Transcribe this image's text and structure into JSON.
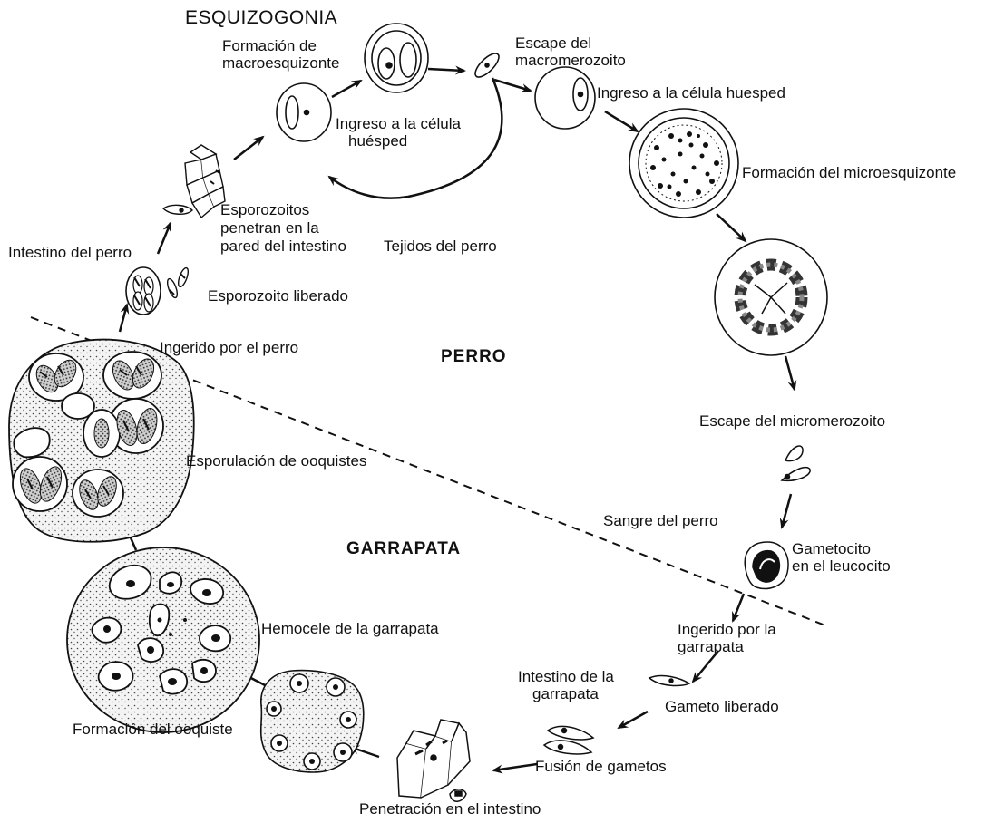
{
  "title": "ESQUIZOGONIA",
  "regions": {
    "top": "PERRO",
    "bottom": "GARRAPATA"
  },
  "labels": {
    "macroesquizonte_1": "Formación de",
    "macroesquizonte_2": "macroesquizonte",
    "escape_macro_1": "Escape del",
    "escape_macro_2": "macromerozoito",
    "ingreso_huesped_right": "Ingreso a la célula huesped",
    "ingreso_huesped_1": "Ingreso a la célula",
    "ingreso_huesped_2": "huésped",
    "microesquizonte": "Formación del microesquizonte",
    "esporozoitos_1": "Esporozoitos",
    "esporozoitos_2": "penetran  en la",
    "esporozoitos_3": "pared del intestino",
    "tejidos": "Tejidos del perro",
    "intestino_perro": "Intestino del perro",
    "esporozoito_liberado": "Esporozoito liberado",
    "ingerido_perro": "Ingerido por el perro",
    "escape_micro": "Escape del micromerozoito",
    "esporulacion": "Esporulación de ooquistes",
    "sangre": "Sangre del perro",
    "gametocito_1": "Gametocito",
    "gametocito_2": "en el leucocito",
    "hemocele": "Hemocele de la garrapata",
    "ingerido_garrapata_1": "Ingerido por la",
    "ingerido_garrapata_2": "garrapata",
    "intestino_garrapata_1": "Intestino de la",
    "intestino_garrapata_2": "garrapata",
    "gameto_liberado": "Gameto liberado",
    "formacion_ooquiste": "Formación del ooquiste",
    "fusion": "Fusión de gametos",
    "penetracion": "Penetración en el intestino"
  }
}
